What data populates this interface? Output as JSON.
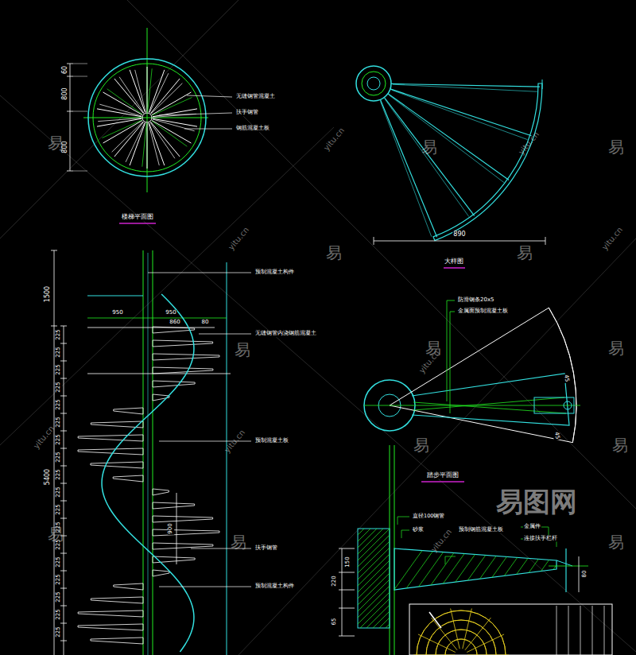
{
  "diagram": {
    "labels": [
      "60",
      "800",
      "800",
      "无缝钢管混凝土",
      "扶手钢管",
      "钢筋混凝土板",
      "楼梯平面图",
      "890",
      "大样图",
      "1500",
      "5400",
      "225",
      "225",
      "225",
      "225",
      "225",
      "225",
      "225",
      "225",
      "225",
      "225",
      "225",
      "225",
      "225",
      "225",
      "225",
      "225",
      "225",
      "225",
      "950",
      "950",
      "860",
      "80",
      "预制混凝土构件",
      "无缝钢管内浇钢筋混凝土",
      "预制混凝土板",
      "900",
      "扶手钢管",
      "预制混凝土构件",
      "防滑钢条20x5",
      "金属面预制混凝土板",
      "45",
      "45",
      "踏步平面图",
      "直径100钢管",
      "砂浆",
      "预制钢筋混凝土板",
      "金属件",
      "连接扶手栏杆",
      "220",
      "150",
      "65",
      "80",
      "易图网",
      "易",
      "易",
      "易",
      "易",
      "易",
      "易",
      "易",
      "易",
      "易",
      "易",
      "易",
      "易",
      "易",
      "yitu.cn",
      "yitu.cn",
      "yitu.cn",
      "yitu.cn",
      "yitu.cn",
      "yitu.cn",
      "yitu.cn",
      "yitu.cn"
    ]
  }
}
